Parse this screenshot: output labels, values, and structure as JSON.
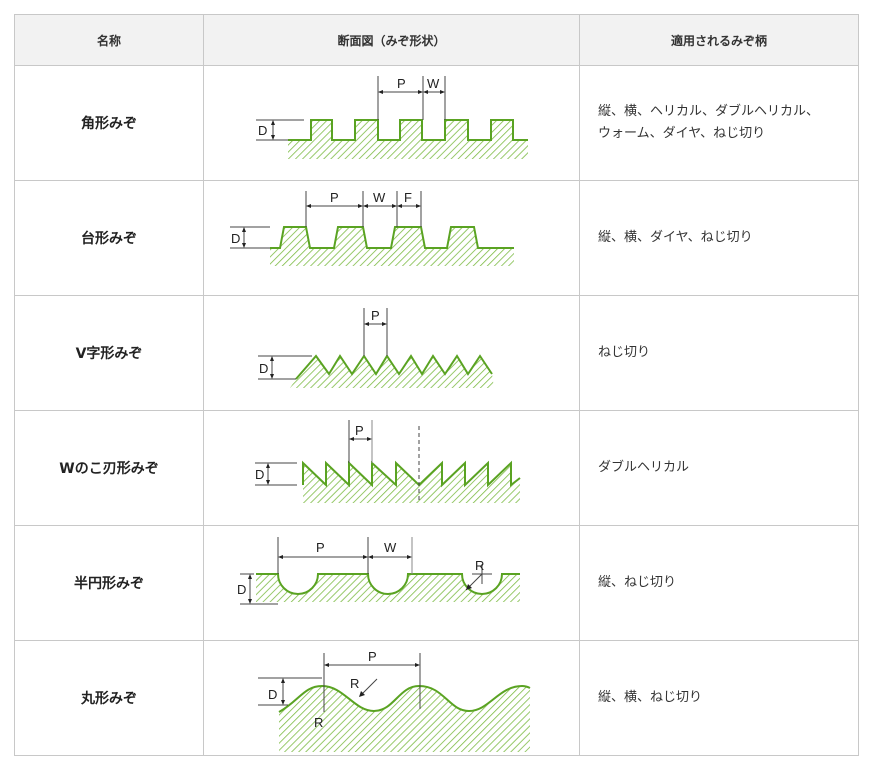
{
  "table": {
    "headers": [
      "名称",
      "断面図（みぞ形状）",
      "適用されるみぞ柄"
    ],
    "rows": [
      {
        "name": "角形みぞ",
        "diagram": "square-groove",
        "labels": [
          "P",
          "W",
          "D"
        ],
        "apply_lines": [
          "縦、横、ヘリカル、ダブルヘリカル、",
          "ウォーム、ダイヤ、ねじ切り"
        ]
      },
      {
        "name": "台形みぞ",
        "diagram": "trapezoid-groove",
        "labels": [
          "P",
          "W",
          "F",
          "D"
        ],
        "apply_lines": [
          "縦、横、ダイヤ、ねじ切り"
        ]
      },
      {
        "name": "V字形みぞ",
        "diagram": "v-groove",
        "labels": [
          "P",
          "D"
        ],
        "apply_lines": [
          "ねじ切り"
        ]
      },
      {
        "name": "Wのこ刃形みぞ",
        "diagram": "w-sawtooth-groove",
        "labels": [
          "P",
          "D"
        ],
        "apply_lines": [
          "ダブルヘリカル"
        ]
      },
      {
        "name": "半円形みぞ",
        "diagram": "semicircle-groove",
        "labels": [
          "P",
          "W",
          "R",
          "D"
        ],
        "apply_lines": [
          "縦、ねじ切り"
        ]
      },
      {
        "name": "丸形みぞ",
        "diagram": "round-groove",
        "labels": [
          "P",
          "R",
          "R",
          "D"
        ],
        "apply_lines": [
          "縦、横、ねじ切り"
        ]
      }
    ]
  },
  "colors": {
    "groove_line": "#5aa322",
    "hatch": "#7dbb45",
    "dimension": "#333333",
    "header_bg": "#f2f2f2",
    "border": "#c8c8c8"
  }
}
